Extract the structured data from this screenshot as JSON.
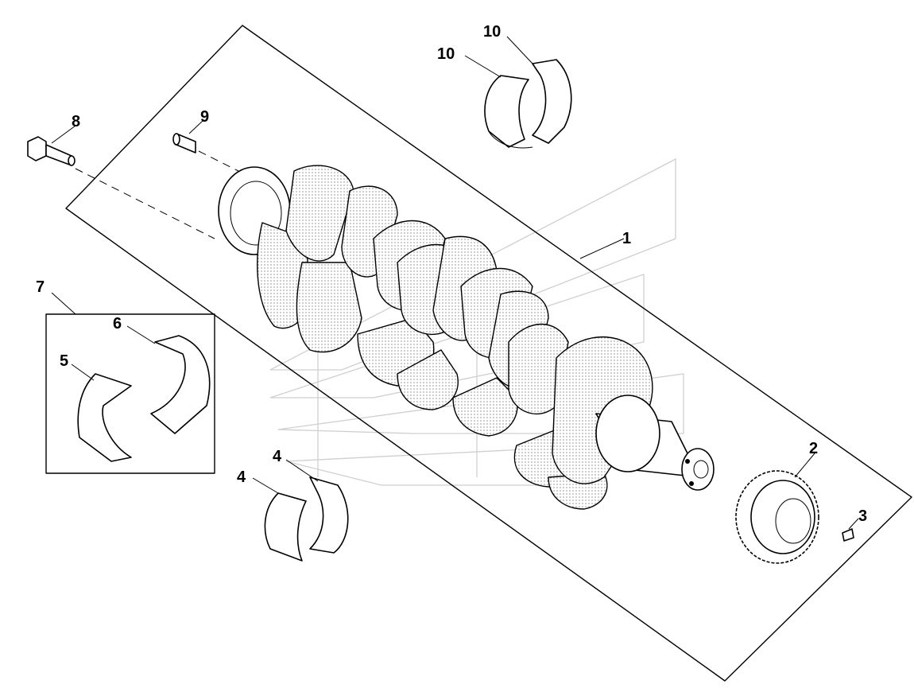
{
  "diagram": {
    "callouts": [
      {
        "id": "c1",
        "label": "1"
      },
      {
        "id": "c2",
        "label": "2"
      },
      {
        "id": "c3",
        "label": "3"
      },
      {
        "id": "c4a",
        "label": "4"
      },
      {
        "id": "c4b",
        "label": "4"
      },
      {
        "id": "c5",
        "label": "5"
      },
      {
        "id": "c6",
        "label": "6"
      },
      {
        "id": "c7",
        "label": "7"
      },
      {
        "id": "c8",
        "label": "8"
      },
      {
        "id": "c9",
        "label": "9"
      },
      {
        "id": "c10a",
        "label": "10"
      },
      {
        "id": "c10b",
        "label": "10"
      }
    ]
  }
}
